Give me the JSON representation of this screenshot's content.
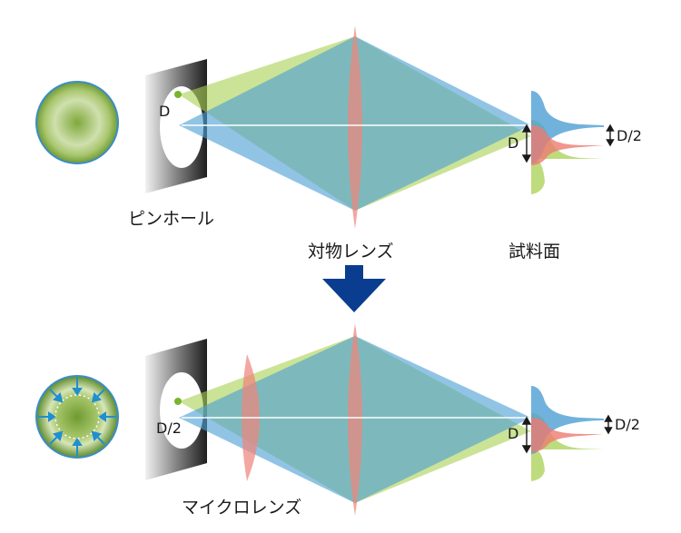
{
  "labels": {
    "pinhole": "ピンホール",
    "objective_lens": "対物レンズ",
    "sample_surface": "試料面",
    "microlens": "マイクロレンズ"
  },
  "dimensions": {
    "top_pinhole": "D",
    "top_spot_left": "D",
    "top_spot_right": "D/2",
    "bottom_pinhole": "D/2",
    "bottom_spot_left": "D",
    "bottom_spot_right": "D/2"
  },
  "colors": {
    "blue_beam": "#4a9fd6",
    "green_beam": "#9ccb45",
    "red_beam": "#ee7a72",
    "lens_fill": "#f0928a",
    "arrow": "#0a3d8f",
    "spot_green": "#7ea83c"
  },
  "icons": {
    "transition_arrow": "down-arrow-icon",
    "spot_arrows": "inward-arrows-icon"
  }
}
